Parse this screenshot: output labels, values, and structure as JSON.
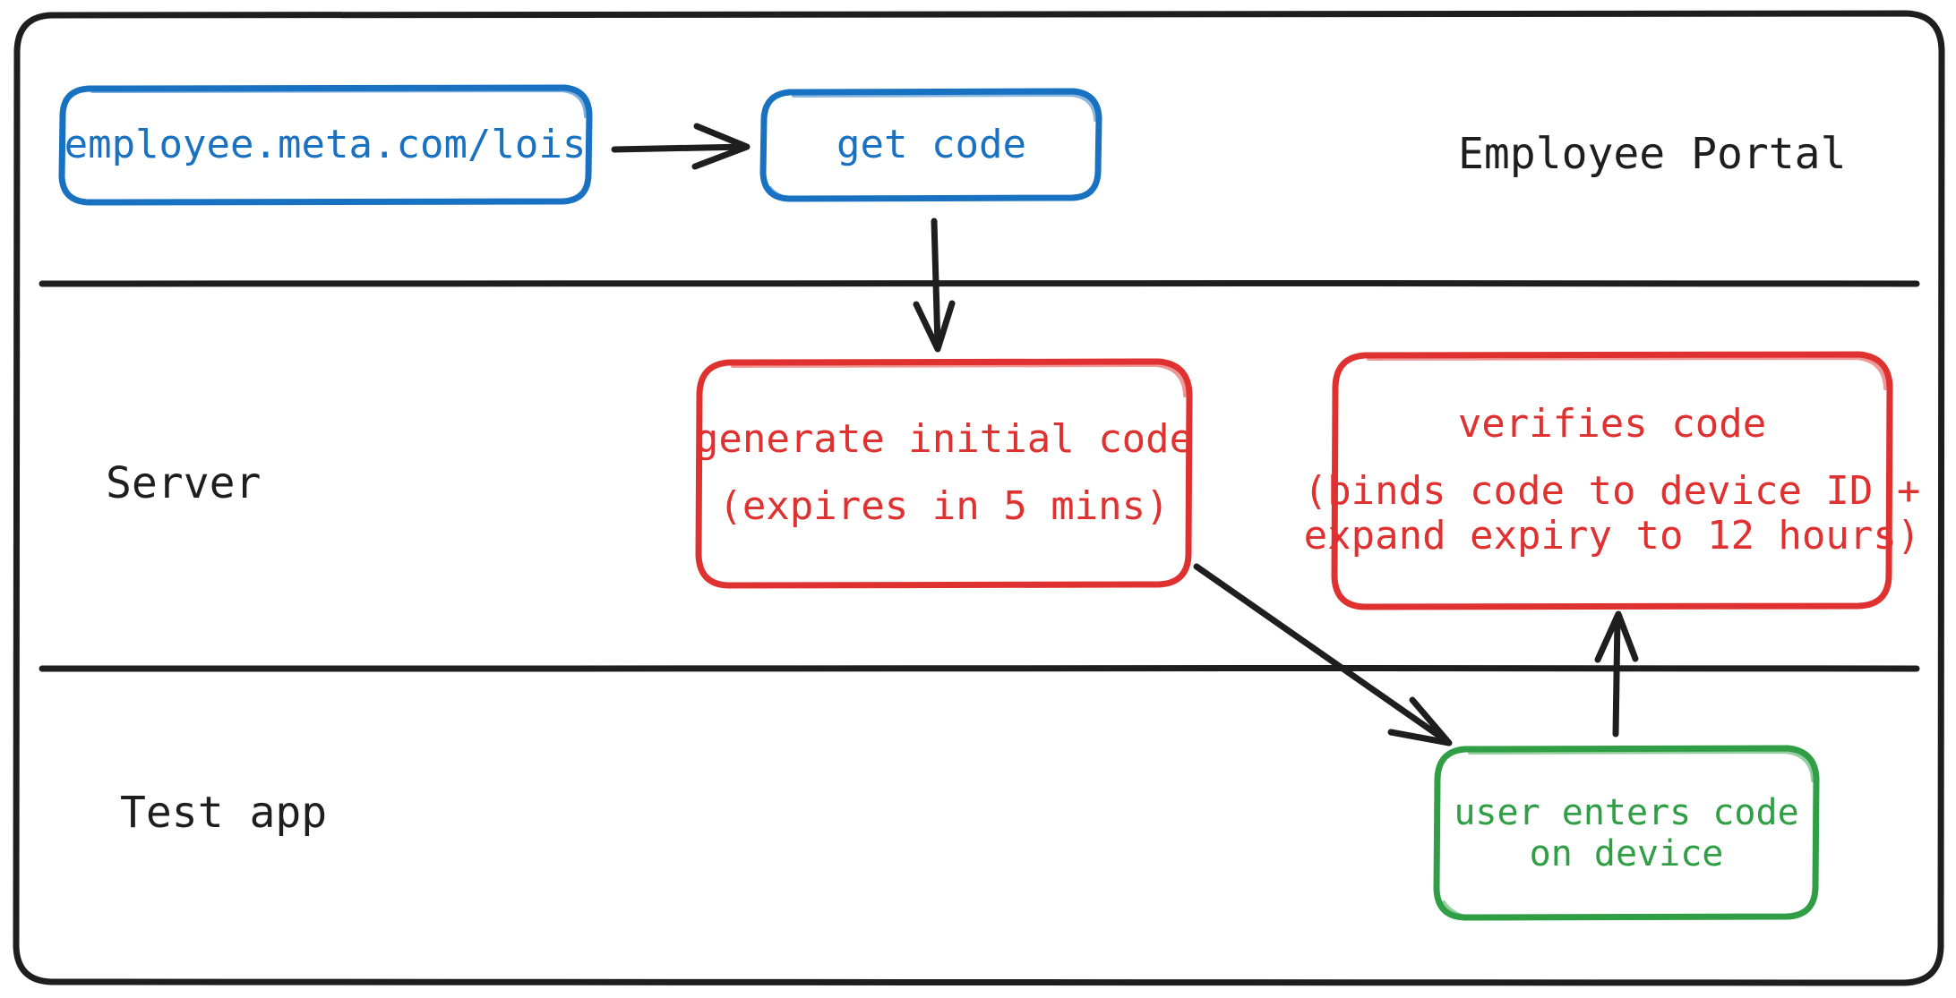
{
  "diagram": {
    "title": "Employee Portal device code flow",
    "colors": {
      "blue": "#1971c2",
      "red": "#e03131",
      "green": "#2f9e44",
      "ink": "#1e1e1e",
      "background": "#ffffff"
    },
    "lanes": [
      {
        "id": "portal",
        "label": "Employee Portal"
      },
      {
        "id": "server",
        "label": "Server"
      },
      {
        "id": "testapp",
        "label": "Test app"
      }
    ],
    "nodes": [
      {
        "id": "url",
        "lane": "portal",
        "color": "blue",
        "lines": [
          "employee.meta.com/lois"
        ]
      },
      {
        "id": "get-code",
        "lane": "portal",
        "color": "blue",
        "lines": [
          "get code"
        ]
      },
      {
        "id": "generate-initial-code",
        "lane": "server",
        "color": "red",
        "lines": [
          "generate initial code",
          "(expires in 5 mins)"
        ]
      },
      {
        "id": "verifies-code",
        "lane": "server",
        "color": "red",
        "lines": [
          "verifies code",
          "(binds code to device ID +",
          "expand expiry to 12 hours)"
        ]
      },
      {
        "id": "user-enters-code",
        "lane": "testapp",
        "color": "green",
        "lines": [
          "user enters code",
          "on device"
        ]
      }
    ],
    "edges": [
      {
        "id": "url-to-getcode",
        "from": "url",
        "to": "get-code",
        "direction": "right"
      },
      {
        "id": "getcode-to-generate",
        "from": "get-code",
        "to": "generate-initial-code",
        "direction": "down"
      },
      {
        "id": "generate-to-user",
        "from": "generate-initial-code",
        "to": "user-enters-code",
        "direction": "diagonal-down-right"
      },
      {
        "id": "user-to-verifies",
        "from": "user-enters-code",
        "to": "verifies-code",
        "direction": "up"
      }
    ]
  }
}
